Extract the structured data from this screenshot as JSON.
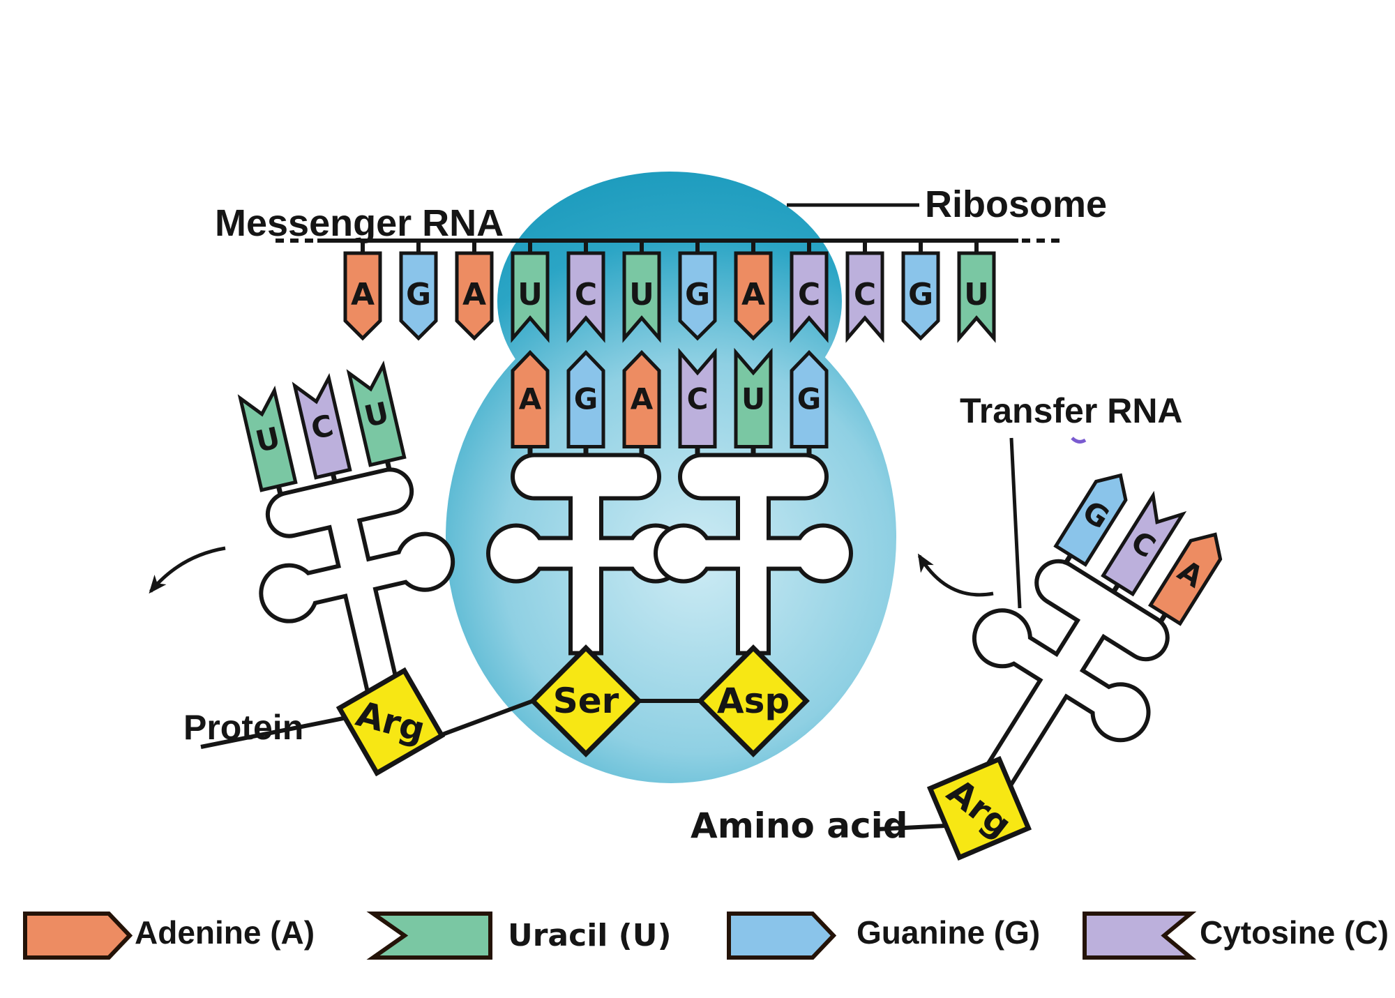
{
  "labels": {
    "messenger_rna": "Messenger RNA",
    "ribosome": "Ribosome",
    "transfer_rna": "Transfer RNA",
    "protein": "Protein",
    "amino_acid": "Amino acid"
  },
  "colors": {
    "adenine": "#ED8C62",
    "guanine": "#8AC4EA",
    "uracil": "#7AC7A3",
    "cytosine": "#BCB0DC",
    "amino_acid_fill": "#F7E714",
    "ribosome_edge": "#1E9CBE",
    "ribosome_center": "#CDEBF4",
    "outline": "#151515",
    "legend_outline": "#241308"
  },
  "base_shapes": {
    "A": "point",
    "G": "point",
    "U": "notch",
    "C": "notch"
  },
  "mrna": {
    "sequence": [
      "A",
      "G",
      "A",
      "U",
      "C",
      "U",
      "G",
      "A",
      "C",
      "C",
      "G",
      "U"
    ]
  },
  "trnas": [
    {
      "id": "exiting",
      "anticodon": [
        "U",
        "C",
        "U"
      ],
      "amino_acid": "Arg"
    },
    {
      "id": "p-site",
      "anticodon": [
        "A",
        "G",
        "A"
      ],
      "amino_acid": "Ser"
    },
    {
      "id": "a-site",
      "anticodon": [
        "C",
        "U",
        "G"
      ],
      "amino_acid": "Asp"
    },
    {
      "id": "incoming",
      "anticodon": [
        "G",
        "C",
        "A"
      ],
      "amino_acid": "Arg"
    }
  ],
  "legend": [
    {
      "label": "Adenine (A)",
      "base": "A",
      "shape": "point-right"
    },
    {
      "label": "Uracil (U)",
      "base": "U",
      "shape": "notch-left"
    },
    {
      "label": "Guanine (G)",
      "base": "G",
      "shape": "point-right"
    },
    {
      "label": "Cytosine (C)",
      "base": "C",
      "shape": "notch-right"
    }
  ]
}
